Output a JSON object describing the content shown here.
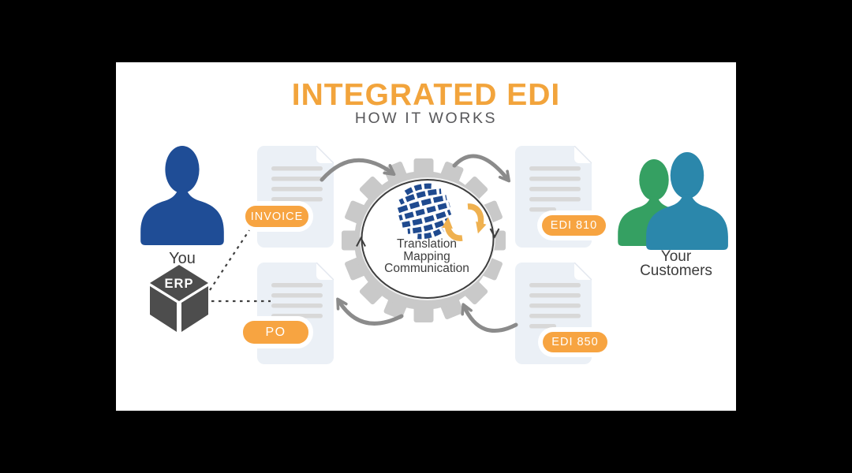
{
  "title": "INTEGRATED EDI",
  "subtitle": "HOW IT WORKS",
  "you": {
    "label": "You",
    "erp_label": "ERP"
  },
  "badges": {
    "invoice": "INVOICE",
    "po": "PO",
    "edi_810": "EDI 810",
    "edi_850": "EDI 850"
  },
  "gear": {
    "caption_lines": [
      "Translation",
      "Mapping",
      "Communication"
    ]
  },
  "customers": {
    "line1": "Your",
    "line2": "Customers"
  },
  "colors": {
    "accent_orange": "#F2A43C",
    "badge_orange": "#F7A441",
    "sync_gold": "#EFB150",
    "person_blue": "#1F4D96",
    "person_green": "#35A062",
    "person_teal": "#2B87AB",
    "gear_gray": "#C9C9C9",
    "arrow_gray": "#8B8B8B",
    "cube_gray": "#4D4D4D",
    "document_fill": "#EBF0F6",
    "globe_blue": "#1F4A8F"
  }
}
